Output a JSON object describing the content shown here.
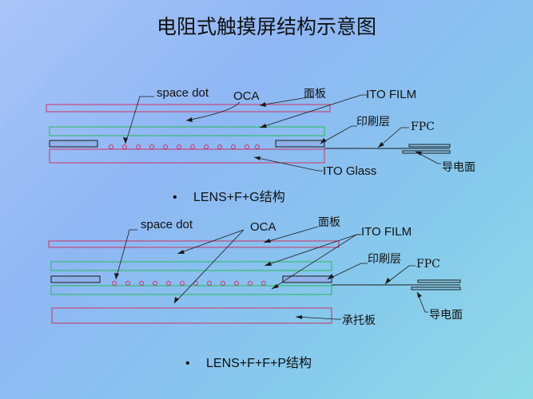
{
  "title": "电阻式触摸屏结构示意图",
  "colors": {
    "panel_line": "#cc3366",
    "layer_line": "#22bb55",
    "leader_line": "#1a1a1a",
    "dot_line": "#cc3366"
  },
  "diagram1": {
    "labels": {
      "space_dot": "space dot",
      "oca": "OCA",
      "mianban": "面板",
      "ito_film": "ITO FILM",
      "yinshua": "印刷层",
      "fpc": "FPC",
      "daodian": "导电面",
      "ito_glass": "ITO Glass"
    },
    "bullet": "LENS+F+G结构"
  },
  "diagram2": {
    "labels": {
      "space_dot": "space dot",
      "oca": "OCA",
      "mianban": "面板",
      "ito_film": "ITO FILM",
      "yinshua": "印刷层",
      "fpc": "FPC",
      "daodian": "导电面",
      "chengtuo": "承托板"
    },
    "bullet": "LENS+F+F+P结构"
  },
  "bullet_symbol": "•"
}
